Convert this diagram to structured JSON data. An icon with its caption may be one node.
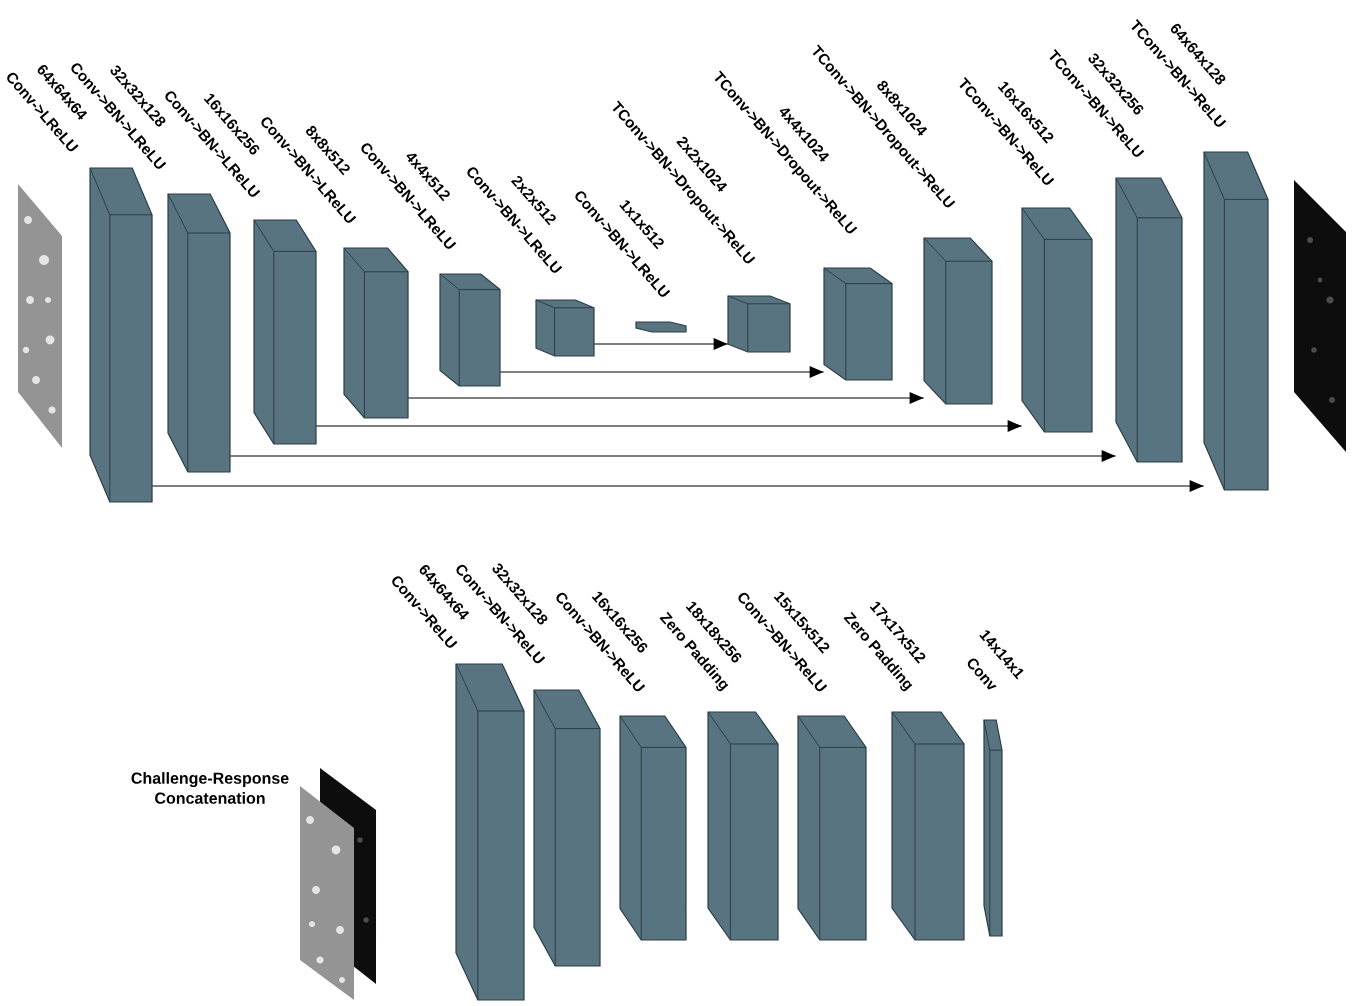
{
  "diagram": {
    "nodes": [
      {
        "text": [
          "64x64x64",
          "Conv->LReLU"
        ]
      },
      {
        "text": [
          "32x32x128",
          "Conv->BN->LReLU"
        ]
      },
      {
        "text": [
          "16x16x256",
          "Conv->BN->LReLU"
        ]
      },
      {
        "text": [
          "8x8x512",
          "Conv->BN->LReLU"
        ]
      },
      {
        "text": [
          "4x4x512",
          "Conv->BN->LReLU"
        ]
      },
      {
        "text": [
          "2x2x512",
          "Conv->BN->LReLU"
        ]
      },
      {
        "text": [
          "1x1x512",
          "Conv->BN->LReLU"
        ]
      },
      {
        "text": [
          "2x2x1024",
          "TConv->BN->Dropout->ReLU"
        ]
      },
      {
        "text": [
          "4x4x1024",
          "TConv->BN->Dropout->ReLU"
        ]
      },
      {
        "text": [
          "8x8x1024",
          "TConv->BN->Dropout->ReLU"
        ]
      },
      {
        "text": [
          "16x16x512",
          "TConv->BN->ReLU"
        ]
      },
      {
        "text": [
          "32x32x256",
          "TConv->BN->ReLU"
        ]
      },
      {
        "text": [
          "64x64x128",
          "TConv->BN->ReLU"
        ]
      },
      {
        "text": [
          "64x64x64",
          "Conv->ReLU"
        ]
      },
      {
        "text": [
          "32x32x128",
          "Conv->BN->ReLU"
        ]
      },
      {
        "text": [
          "16x16x256",
          "Conv->BN->ReLU"
        ]
      },
      {
        "text": [
          "18x18x256",
          "Zero Padding"
        ]
      },
      {
        "text": [
          "15x15x512",
          "Conv->BN->ReLU"
        ]
      },
      {
        "text": [
          "17x17x512",
          "Zero Padding"
        ]
      },
      {
        "text": [
          "14x14x1",
          "Conv"
        ]
      }
    ],
    "edges": [
      {
        "from": 5,
        "to": 7,
        "arrow": "to"
      },
      {
        "from": 4,
        "to": 8,
        "arrow": "to"
      },
      {
        "from": 3,
        "to": 9,
        "arrow": "to"
      },
      {
        "from": 2,
        "to": 10,
        "arrow": "to"
      },
      {
        "from": 1,
        "to": 11,
        "arrow": "to"
      },
      {
        "from": 0,
        "to": 12,
        "arrow": "to"
      }
    ],
    "labels": [
      "Challenge-Response Concatenation"
    ]
  }
}
